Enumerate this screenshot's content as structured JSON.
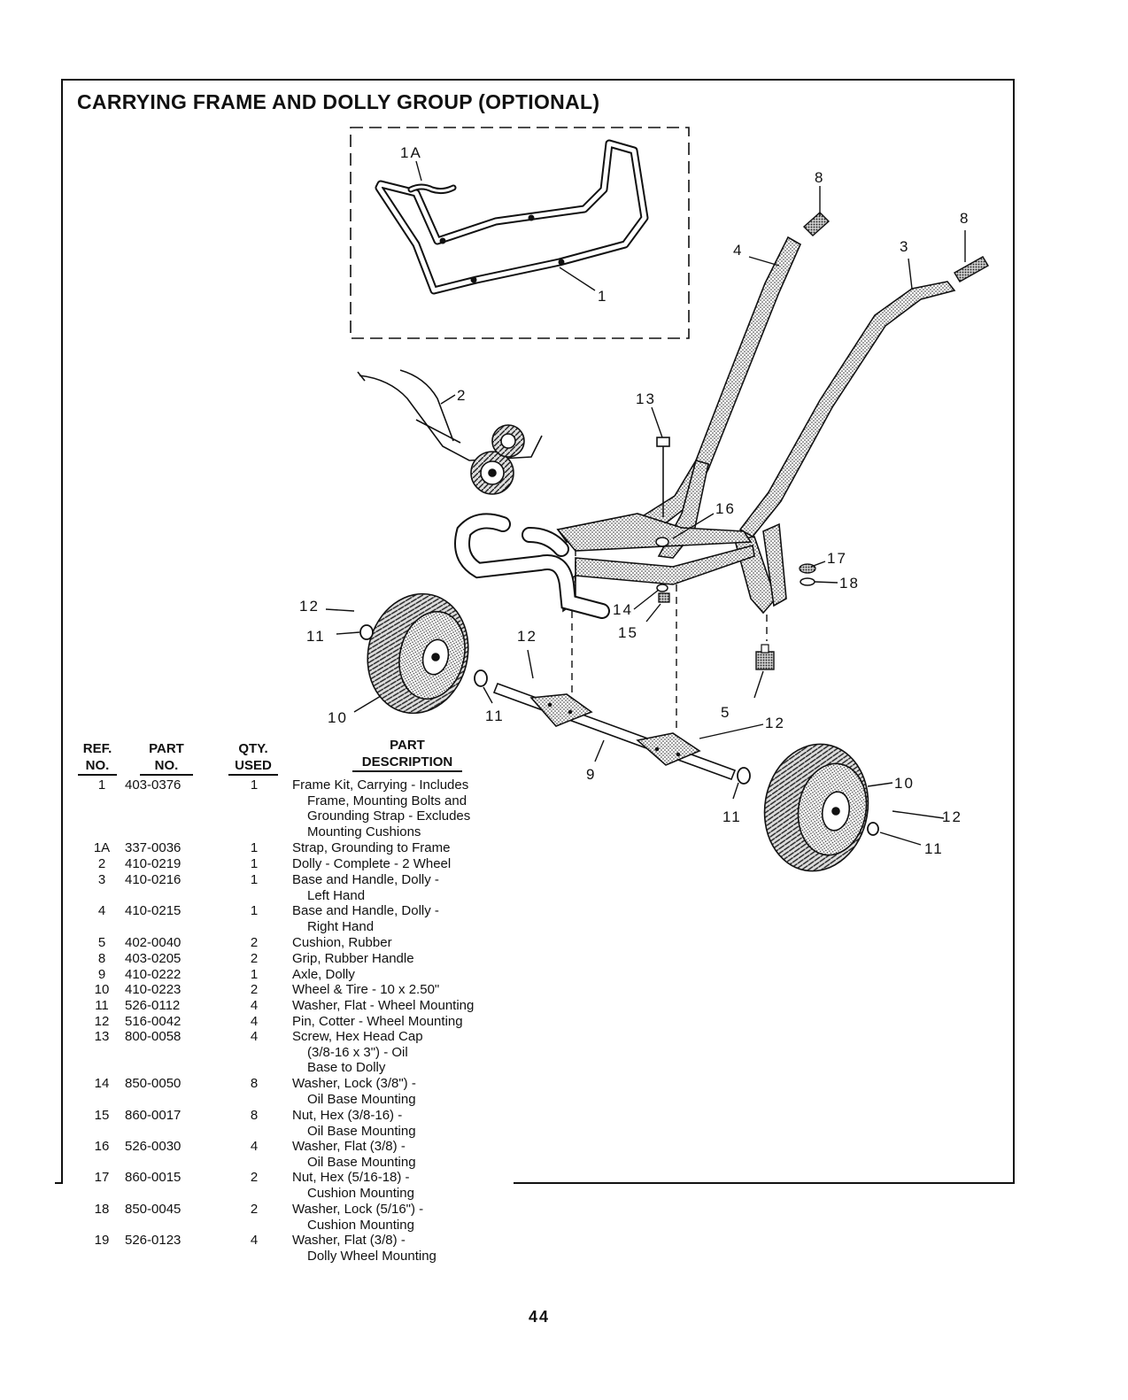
{
  "title": "CARRYING FRAME AND DOLLY GROUP (OPTIONAL)",
  "callouts": [
    "1A",
    "1",
    "2",
    "3",
    "4",
    "5",
    "8",
    "8",
    "9",
    "10",
    "10",
    "11",
    "11",
    "11",
    "11",
    "12",
    "12",
    "12",
    "12",
    "13",
    "14",
    "15",
    "16",
    "17",
    "18"
  ],
  "table": {
    "headers": {
      "ref": [
        "REF.",
        "NO."
      ],
      "part": [
        "PART",
        "NO."
      ],
      "qty": [
        "QTY.",
        "USED"
      ],
      "desc": [
        "PART",
        "DESCRIPTION"
      ]
    },
    "rows": [
      {
        "ref": "1",
        "part": "403-0376",
        "qty": "1",
        "desc": [
          "Frame Kit, Carrying - Includes",
          "Frame, Mounting Bolts and",
          "Grounding Strap - Excludes",
          "Mounting Cushions"
        ]
      },
      {
        "ref": "1A",
        "part": "337-0036",
        "qty": "1",
        "desc": [
          "Strap, Grounding to Frame"
        ]
      },
      {
        "ref": "2",
        "part": "410-0219",
        "qty": "1",
        "desc": [
          "Dolly - Complete - 2 Wheel"
        ]
      },
      {
        "ref": "3",
        "part": "410-0216",
        "qty": "1",
        "desc": [
          "Base and Handle, Dolly -",
          "Left Hand"
        ]
      },
      {
        "ref": "4",
        "part": "410-0215",
        "qty": "1",
        "desc": [
          "Base and Handle, Dolly -",
          "Right Hand"
        ]
      },
      {
        "ref": "5",
        "part": "402-0040",
        "qty": "2",
        "desc": [
          "Cushion, Rubber"
        ]
      },
      {
        "ref": "8",
        "part": "403-0205",
        "qty": "2",
        "desc": [
          "Grip, Rubber Handle"
        ]
      },
      {
        "ref": "9",
        "part": "410-0222",
        "qty": "1",
        "desc": [
          "Axle, Dolly"
        ]
      },
      {
        "ref": "10",
        "part": "410-0223",
        "qty": "2",
        "desc": [
          "Wheel & Tire - 10 x 2.50\""
        ]
      },
      {
        "ref": "11",
        "part": "526-0112",
        "qty": "4",
        "desc": [
          "Washer, Flat - Wheel Mounting"
        ]
      },
      {
        "ref": "12",
        "part": "516-0042",
        "qty": "4",
        "desc": [
          "Pin, Cotter - Wheel Mounting"
        ]
      },
      {
        "ref": "13",
        "part": "800-0058",
        "qty": "4",
        "desc": [
          "Screw, Hex Head Cap",
          "(3/8-16 x 3\") - Oil",
          "Base to Dolly"
        ]
      },
      {
        "ref": "14",
        "part": "850-0050",
        "qty": "8",
        "desc": [
          "Washer, Lock (3/8\") -",
          "Oil Base Mounting"
        ]
      },
      {
        "ref": "15",
        "part": "860-0017",
        "qty": "8",
        "desc": [
          "Nut, Hex (3/8-16) -",
          "Oil Base Mounting"
        ]
      },
      {
        "ref": "16",
        "part": "526-0030",
        "qty": "4",
        "desc": [
          "Washer, Flat (3/8) -",
          "Oil Base Mounting"
        ]
      },
      {
        "ref": "17",
        "part": "860-0015",
        "qty": "2",
        "desc": [
          "Nut, Hex (5/16-18) -",
          "Cushion Mounting"
        ]
      },
      {
        "ref": "18",
        "part": "850-0045",
        "qty": "2",
        "desc": [
          "Washer, Lock (5/16\") -",
          "Cushion Mounting"
        ]
      },
      {
        "ref": "19",
        "part": "526-0123",
        "qty": "4",
        "desc": [
          "Washer, Flat (3/8) -",
          "Dolly Wheel Mounting"
        ]
      }
    ]
  },
  "page_number": "44"
}
